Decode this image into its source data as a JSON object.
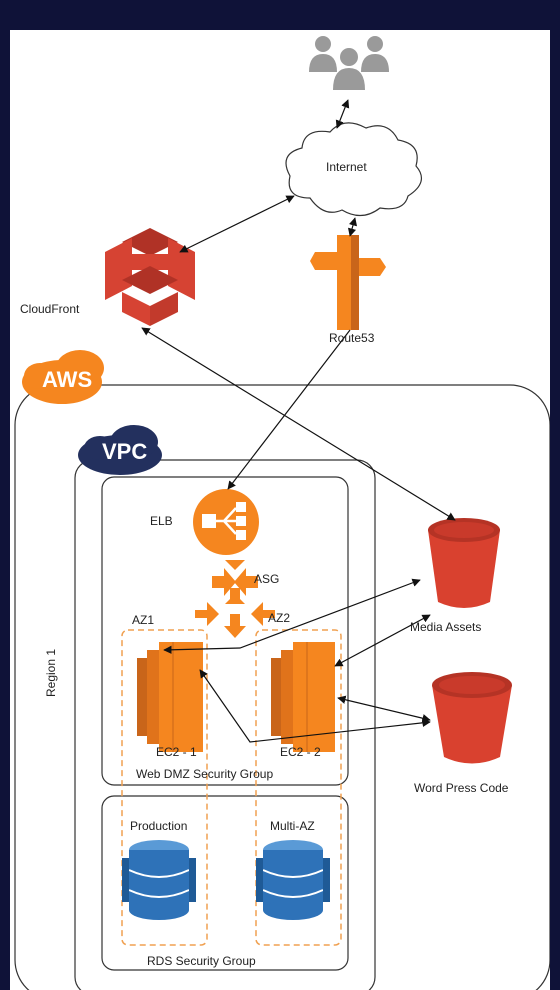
{
  "labels": {
    "internet": "Internet",
    "cloudfront": "CloudFront",
    "route53": "Route53",
    "aws": "AWS",
    "vpc": "VPC",
    "region": "Region 1",
    "elb": "ELB",
    "asg": "ASG",
    "az1": "AZ1",
    "az2": "AZ2",
    "ec2_1": "EC2 - 1",
    "ec2_2": "EC2 - 2",
    "web_dmz": "Web DMZ Security Group",
    "media_assets": "Media Assets",
    "wordpress_code": "Word Press Code",
    "production": "Production",
    "multi_az": "Multi-AZ",
    "rds_sg": "RDS Security Group"
  },
  "colors": {
    "frame": "#0f1238",
    "aws_orange": "#f5861f",
    "aws_dark_orange": "#c9651a",
    "cloudfront_red": "#d64333",
    "s3_red": "#d9412f",
    "rds_blue": "#2e72b8",
    "vpc_navy": "#23305e",
    "az_dash": "#f0a050",
    "users_gray": "#9a9a9a"
  },
  "icons": [
    "users-icon",
    "cloud-icon",
    "cloudfront-icon",
    "route53-icon",
    "elb-icon",
    "asg-icon",
    "ec2-icon",
    "s3-bucket-icon",
    "rds-database-icon"
  ]
}
